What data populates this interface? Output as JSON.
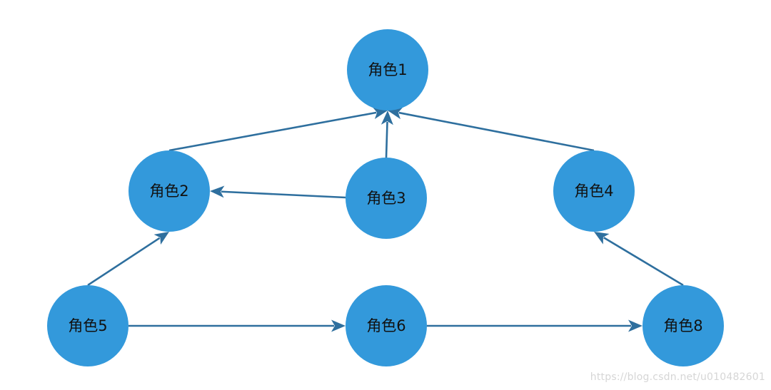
{
  "diagram": {
    "colors": {
      "node_fill": "#3399db",
      "edge": "#2e6f9e",
      "label": "#111111",
      "watermark": "#d6d6d6"
    },
    "nodes": [
      {
        "id": "n1",
        "label": "角色1"
      },
      {
        "id": "n2",
        "label": "角色2"
      },
      {
        "id": "n3",
        "label": "角色3"
      },
      {
        "id": "n4",
        "label": "角色4"
      },
      {
        "id": "n5",
        "label": "角色5"
      },
      {
        "id": "n6",
        "label": "角色6"
      },
      {
        "id": "n8",
        "label": "角色8"
      }
    ],
    "edges": [
      {
        "from": "n2",
        "to": "n1"
      },
      {
        "from": "n3",
        "to": "n1"
      },
      {
        "from": "n4",
        "to": "n1"
      },
      {
        "from": "n3",
        "to": "n2"
      },
      {
        "from": "n5",
        "to": "n2"
      },
      {
        "from": "n8",
        "to": "n4"
      },
      {
        "from": "n5",
        "to": "n6"
      },
      {
        "from": "n6",
        "to": "n8"
      }
    ]
  },
  "watermark": "https://blog.csdn.net/u010482601"
}
